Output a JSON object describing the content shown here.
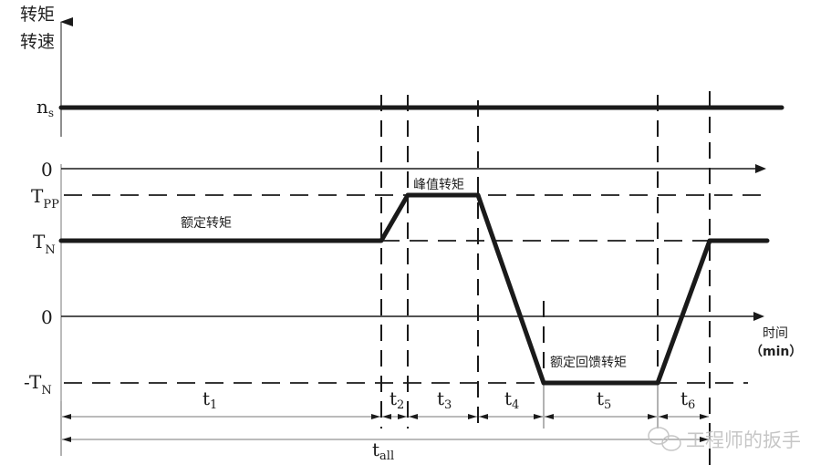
{
  "diagram": {
    "y_axis_label_line1": "转矩",
    "y_axis_label_line2": "转速",
    "x_axis_label": "时间",
    "x_axis_unit": "（min）",
    "speed_label": "n",
    "speed_label_sub": "s",
    "zero_speed": "0",
    "tpp_label": "T",
    "tpp_sub": "PP",
    "tn_label": "T",
    "tn_sub": "N",
    "zero_torque": "0",
    "neg_tn_label": "-T",
    "neg_tn_sub": "N",
    "annotations": {
      "rated_torque": "额定转矩",
      "peak_torque": "峰值转矩",
      "rated_regen_torque": "额定回馈转矩"
    },
    "intervals": [
      {
        "label": "t",
        "sub": "1"
      },
      {
        "label": "t",
        "sub": "2"
      },
      {
        "label": "t",
        "sub": "3"
      },
      {
        "label": "t",
        "sub": "4"
      },
      {
        "label": "t",
        "sub": "5"
      },
      {
        "label": "t",
        "sub": "6"
      }
    ],
    "total_interval": {
      "label": "t",
      "sub": "all"
    },
    "watermark": "工程师的扳手",
    "colors": {
      "line": "#1a1a1a",
      "thin": "#555555",
      "watermark": "#bdbdbd"
    }
  }
}
